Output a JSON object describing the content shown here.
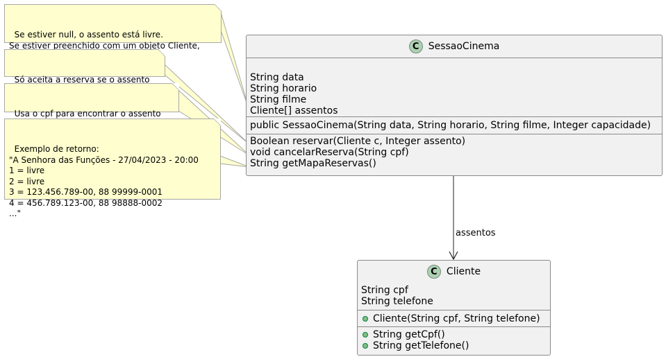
{
  "notes": [
    {
      "text": "Se estiver null, o assento está livre.\nSe estiver preenchido com um objeto Cliente,\nestá reservado"
    },
    {
      "text": "Só aceita a reserva se o assento\nestiver livre"
    },
    {
      "text": "Usa o cpf para encontrar o assento\ndo cliente e liberar a reserva"
    },
    {
      "text": "Exemplo de retorno:\n\"A Senhora das Funções - 27/04/2023 - 20:00\n1 = livre\n2 = livre\n3 = 123.456.789-00, 88 99999-0001\n4 = 456.789.123-00, 88 98888-0002\n...\""
    }
  ],
  "classes": {
    "sessao": {
      "stereotype": "C",
      "name": "SessaoCinema",
      "attributes": [
        "String data",
        "String horario",
        "String filme",
        "Cliente[] assentos"
      ],
      "constructors": [
        "public SessaoCinema(String data, String horario, String filme, Integer capacidade)"
      ],
      "methods": [
        "Boolean reservar(Cliente c, Integer assento)",
        "void cancelarReserva(String cpf)",
        "String getMapaReservas()"
      ]
    },
    "cliente": {
      "stereotype": "C",
      "name": "Cliente",
      "attributes": [
        "String cpf",
        "String telefone"
      ],
      "constructors": [
        "Cliente(String cpf, String telefone)"
      ],
      "methods": [
        "String getCpf()",
        "String getTelefone()"
      ]
    }
  },
  "relation": {
    "label": "assentos"
  },
  "colors": {
    "note_bg": "#fefece",
    "class_bg": "#f1f1f1",
    "circle": "#add1b2",
    "public_dot": "#84be84"
  }
}
